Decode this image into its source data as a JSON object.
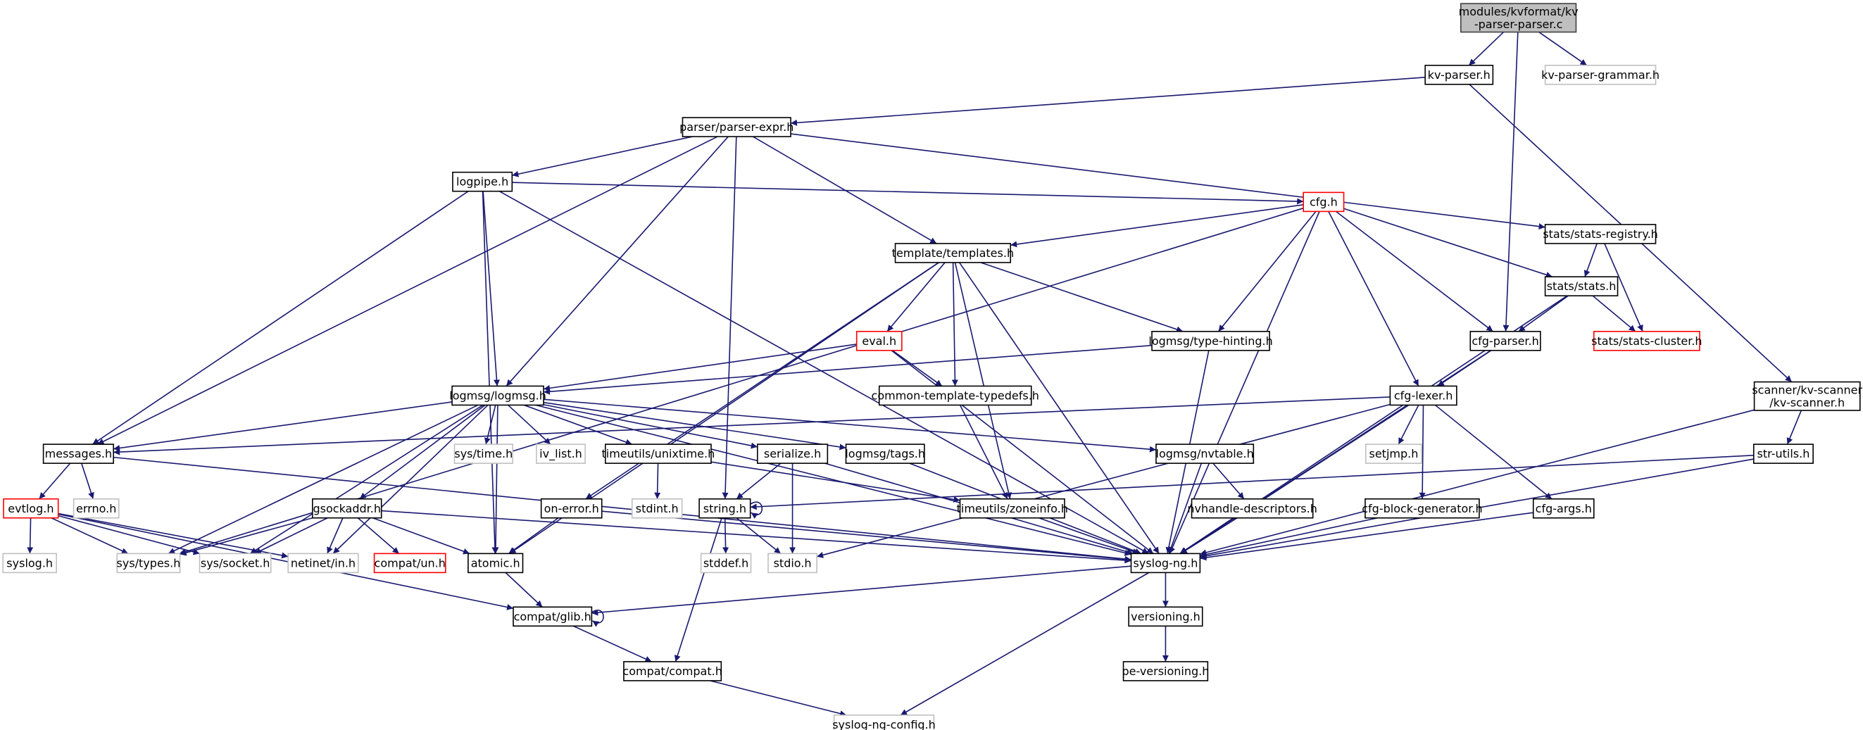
{
  "colors": {
    "edge": "#191970",
    "main_fill": "#bfbfbf",
    "external_border": "#bfbfbf",
    "incomplete_border": "#ff0000",
    "node_border": "#000000"
  },
  "nodes": [
    {
      "id": "main",
      "label": [
        "modules/kvformat/kv",
        "-parser-parser.c"
      ],
      "kind": "main"
    },
    {
      "id": "kvparser",
      "label": [
        "kv-parser.h"
      ],
      "kind": "normal"
    },
    {
      "id": "kvgrammar",
      "label": [
        "kv-parser-grammar.h"
      ],
      "kind": "external"
    },
    {
      "id": "parserexpr",
      "label": [
        "parser/parser-expr.h"
      ],
      "kind": "normal"
    },
    {
      "id": "logpipe",
      "label": [
        "logpipe.h"
      ],
      "kind": "normal"
    },
    {
      "id": "cfg",
      "label": [
        "cfg.h"
      ],
      "kind": "incomplete"
    },
    {
      "id": "statsreg",
      "label": [
        "stats/stats-registry.h"
      ],
      "kind": "normal"
    },
    {
      "id": "templates",
      "label": [
        "template/templates.h"
      ],
      "kind": "normal"
    },
    {
      "id": "stats",
      "label": [
        "stats/stats.h"
      ],
      "kind": "normal"
    },
    {
      "id": "eval",
      "label": [
        "eval.h"
      ],
      "kind": "incomplete"
    },
    {
      "id": "typehint",
      "label": [
        "logmsg/type-hinting.h"
      ],
      "kind": "normal"
    },
    {
      "id": "cfgparser",
      "label": [
        "cfg-parser.h"
      ],
      "kind": "normal"
    },
    {
      "id": "statscluster",
      "label": [
        "stats/stats-cluster.h"
      ],
      "kind": "incomplete"
    },
    {
      "id": "logmsg",
      "label": [
        "logmsg/logmsg.h"
      ],
      "kind": "normal"
    },
    {
      "id": "commontt",
      "label": [
        "common-template-typedefs.h"
      ],
      "kind": "normal"
    },
    {
      "id": "cfglexer",
      "label": [
        "cfg-lexer.h"
      ],
      "kind": "normal"
    },
    {
      "id": "kvscanner",
      "label": [
        "scanner/kv-scanner",
        "/kv-scanner.h"
      ],
      "kind": "normal"
    },
    {
      "id": "messages",
      "label": [
        "messages.h"
      ],
      "kind": "normal"
    },
    {
      "id": "systime",
      "label": [
        "sys/time.h"
      ],
      "kind": "external"
    },
    {
      "id": "ivlist",
      "label": [
        "iv_list.h"
      ],
      "kind": "external"
    },
    {
      "id": "unixtime",
      "label": [
        "timeutils/unixtime.h"
      ],
      "kind": "normal"
    },
    {
      "id": "serialize",
      "label": [
        "serialize.h"
      ],
      "kind": "normal"
    },
    {
      "id": "tags",
      "label": [
        "logmsg/tags.h"
      ],
      "kind": "normal"
    },
    {
      "id": "nvtable",
      "label": [
        "logmsg/nvtable.h"
      ],
      "kind": "normal"
    },
    {
      "id": "setjmp",
      "label": [
        "setjmp.h"
      ],
      "kind": "external"
    },
    {
      "id": "strutils",
      "label": [
        "str-utils.h"
      ],
      "kind": "normal"
    },
    {
      "id": "evtlog",
      "label": [
        "evtlog.h"
      ],
      "kind": "incomplete"
    },
    {
      "id": "errno",
      "label": [
        "errno.h"
      ],
      "kind": "external"
    },
    {
      "id": "gsockaddr",
      "label": [
        "gsockaddr.h"
      ],
      "kind": "normal"
    },
    {
      "id": "onerror",
      "label": [
        "on-error.h"
      ],
      "kind": "normal"
    },
    {
      "id": "stdint",
      "label": [
        "stdint.h"
      ],
      "kind": "external"
    },
    {
      "id": "string",
      "label": [
        "string.h"
      ],
      "kind": "normal"
    },
    {
      "id": "zoneinfo",
      "label": [
        "timeutils/zoneinfo.h"
      ],
      "kind": "normal"
    },
    {
      "id": "nvhandle",
      "label": [
        "nvhandle-descriptors.h"
      ],
      "kind": "normal"
    },
    {
      "id": "cfgblock",
      "label": [
        "cfg-block-generator.h"
      ],
      "kind": "normal"
    },
    {
      "id": "cfgargs",
      "label": [
        "cfg-args.h"
      ],
      "kind": "normal"
    },
    {
      "id": "syslog",
      "label": [
        "syslog.h"
      ],
      "kind": "external"
    },
    {
      "id": "systypes",
      "label": [
        "sys/types.h"
      ],
      "kind": "external"
    },
    {
      "id": "syssocket",
      "label": [
        "sys/socket.h"
      ],
      "kind": "external"
    },
    {
      "id": "netinet",
      "label": [
        "netinet/in.h"
      ],
      "kind": "external"
    },
    {
      "id": "compatun",
      "label": [
        "compat/un.h"
      ],
      "kind": "incomplete"
    },
    {
      "id": "atomic",
      "label": [
        "atomic.h"
      ],
      "kind": "normal"
    },
    {
      "id": "stddef",
      "label": [
        "stddef.h"
      ],
      "kind": "external"
    },
    {
      "id": "stdio",
      "label": [
        "stdio.h"
      ],
      "kind": "external"
    },
    {
      "id": "syslogng",
      "label": [
        "syslog-ng.h"
      ],
      "kind": "normal"
    },
    {
      "id": "glib",
      "label": [
        "compat/glib.h"
      ],
      "kind": "normal"
    },
    {
      "id": "versioning",
      "label": [
        "versioning.h"
      ],
      "kind": "normal"
    },
    {
      "id": "compat",
      "label": [
        "compat/compat.h"
      ],
      "kind": "normal"
    },
    {
      "id": "peversioning",
      "label": [
        "pe-versioning.h"
      ],
      "kind": "normal"
    },
    {
      "id": "config",
      "label": [
        "syslog-ng-config.h"
      ],
      "kind": "external"
    }
  ],
  "edges": [
    [
      "main",
      "kvparser"
    ],
    [
      "main",
      "kvgrammar"
    ],
    [
      "main",
      "cfgparser"
    ],
    [
      "kvparser",
      "parserexpr"
    ],
    [
      "kvparser",
      "kvscanner"
    ],
    [
      "parserexpr",
      "logpipe"
    ],
    [
      "parserexpr",
      "messages"
    ],
    [
      "parserexpr",
      "logmsg"
    ],
    [
      "parserexpr",
      "string"
    ],
    [
      "parserexpr",
      "templates"
    ],
    [
      "parserexpr",
      "statsreg"
    ],
    [
      "logpipe",
      "cfg"
    ],
    [
      "logpipe",
      "messages"
    ],
    [
      "logpipe",
      "logmsg"
    ],
    [
      "logpipe",
      "atomic"
    ],
    [
      "logpipe",
      "syslogng"
    ],
    [
      "cfg",
      "templates"
    ],
    [
      "cfg",
      "systypes"
    ],
    [
      "cfg",
      "stats"
    ],
    [
      "cfg",
      "cfgparser"
    ],
    [
      "cfg",
      "typehint"
    ],
    [
      "cfg",
      "cfglexer"
    ],
    [
      "cfg",
      "syslogng"
    ],
    [
      "statsreg",
      "stats"
    ],
    [
      "statsreg",
      "statscluster"
    ],
    [
      "stats",
      "cfgparser"
    ],
    [
      "stats",
      "statscluster"
    ],
    [
      "stats",
      "syslogng"
    ],
    [
      "templates",
      "eval"
    ],
    [
      "templates",
      "commontt"
    ],
    [
      "templates",
      "typehint"
    ],
    [
      "templates",
      "zoneinfo"
    ],
    [
      "templates",
      "syslogng"
    ],
    [
      "templates",
      "atomic"
    ],
    [
      "templates",
      "onerror"
    ],
    [
      "eval",
      "logmsg"
    ],
    [
      "eval",
      "commontt"
    ],
    [
      "eval",
      "syslogng"
    ],
    [
      "typehint",
      "logmsg"
    ],
    [
      "typehint",
      "syslogng"
    ],
    [
      "cfgparser",
      "cfglexer"
    ],
    [
      "cfgparser",
      "syslogng"
    ],
    [
      "commontt",
      "zoneinfo"
    ],
    [
      "cfglexer",
      "messages"
    ],
    [
      "cfglexer",
      "setjmp"
    ],
    [
      "cfglexer",
      "cfgblock"
    ],
    [
      "cfglexer",
      "cfgargs"
    ],
    [
      "cfglexer",
      "syslogng"
    ],
    [
      "cfglexer",
      "stdio"
    ],
    [
      "kvscanner",
      "strutils"
    ],
    [
      "kvscanner",
      "syslogng"
    ],
    [
      "logmsg",
      "messages"
    ],
    [
      "logmsg",
      "systime"
    ],
    [
      "logmsg",
      "ivlist"
    ],
    [
      "logmsg",
      "unixtime"
    ],
    [
      "logmsg",
      "serialize"
    ],
    [
      "logmsg",
      "tags"
    ],
    [
      "logmsg",
      "nvtable"
    ],
    [
      "logmsg",
      "gsockaddr"
    ],
    [
      "logmsg",
      "systypes"
    ],
    [
      "logmsg",
      "syssocket"
    ],
    [
      "logmsg",
      "netinet"
    ],
    [
      "logmsg",
      "atomic"
    ],
    [
      "logmsg",
      "syslogng"
    ],
    [
      "messages",
      "evtlog"
    ],
    [
      "messages",
      "errno"
    ],
    [
      "messages",
      "syslogng"
    ],
    [
      "unixtime",
      "stdint"
    ],
    [
      "unixtime",
      "zoneinfo"
    ],
    [
      "serialize",
      "string"
    ],
    [
      "serialize",
      "stdio"
    ],
    [
      "serialize",
      "syslogng"
    ],
    [
      "tags",
      "syslogng"
    ],
    [
      "nvtable",
      "nvhandle"
    ],
    [
      "nvtable",
      "syslogng"
    ],
    [
      "strutils",
      "string"
    ],
    [
      "strutils",
      "syslogng"
    ],
    [
      "evtlog",
      "syslog"
    ],
    [
      "evtlog",
      "systypes"
    ],
    [
      "evtlog",
      "syssocket"
    ],
    [
      "evtlog",
      "netinet"
    ],
    [
      "evtlog",
      "glib"
    ],
    [
      "gsockaddr",
      "systypes"
    ],
    [
      "gsockaddr",
      "syssocket"
    ],
    [
      "gsockaddr",
      "netinet"
    ],
    [
      "gsockaddr",
      "compatun"
    ],
    [
      "gsockaddr",
      "atomic"
    ],
    [
      "gsockaddr",
      "syslogng"
    ],
    [
      "onerror",
      "atomic"
    ],
    [
      "onerror",
      "syslogng"
    ],
    [
      "string",
      "string"
    ],
    [
      "string",
      "stddef"
    ],
    [
      "string",
      "stdio"
    ],
    [
      "string",
      "compat"
    ],
    [
      "zoneinfo",
      "syslogng"
    ],
    [
      "nvhandle",
      "syslogng"
    ],
    [
      "cfgblock",
      "syslogng"
    ],
    [
      "cfgargs",
      "syslogng"
    ],
    [
      "atomic",
      "glib"
    ],
    [
      "syslogng",
      "glib"
    ],
    [
      "syslogng",
      "versioning"
    ],
    [
      "syslogng",
      "config"
    ],
    [
      "glib",
      "glib"
    ],
    [
      "glib",
      "compat"
    ],
    [
      "versioning",
      "peversioning"
    ],
    [
      "compat",
      "config"
    ]
  ]
}
